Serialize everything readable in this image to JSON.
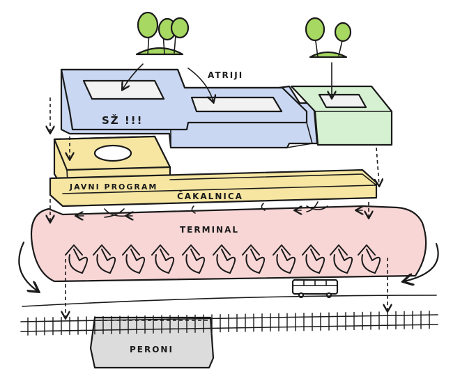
{
  "labels": {
    "atriji": "ATRIJI",
    "sz": "SŽ !!!",
    "javni_program": "JAVNI PROGRAM",
    "cakalnica": "ČAKALNICA",
    "terminal": "TERMINAL",
    "peroni": "PERONI"
  },
  "colors": {
    "blue_volume": "#c9d7f2",
    "green_volume": "#d6f0d2",
    "yellow_volume": "#f6e6a2",
    "terminal_fill": "#f8d6d6",
    "tree_green": "#a6d862",
    "platform_grey": "#dcdcdc"
  },
  "icons": [
    "tree-icon",
    "bus-icon",
    "arrow-icon",
    "railway-track-icon"
  ]
}
